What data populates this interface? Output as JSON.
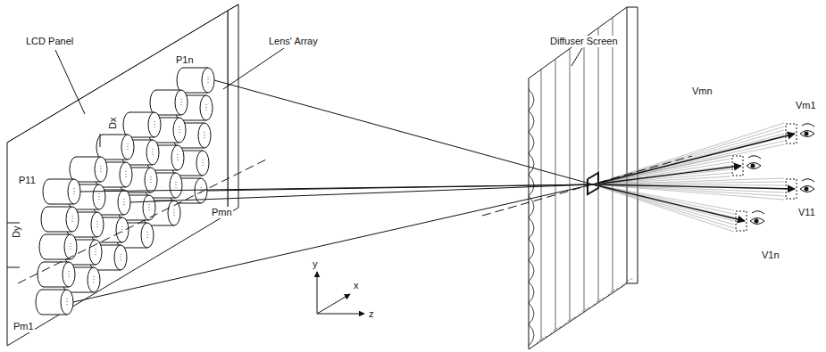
{
  "diagram": {
    "labels": [
      "LCD Panel",
      "P1n",
      "Lens' Array",
      "Diffuser Screen",
      "Dx",
      "P11",
      "Dy",
      "Pmn",
      "Vmn",
      "Vm1",
      "V11",
      "V1n",
      "Pm1",
      "y",
      "x",
      "z"
    ]
  }
}
